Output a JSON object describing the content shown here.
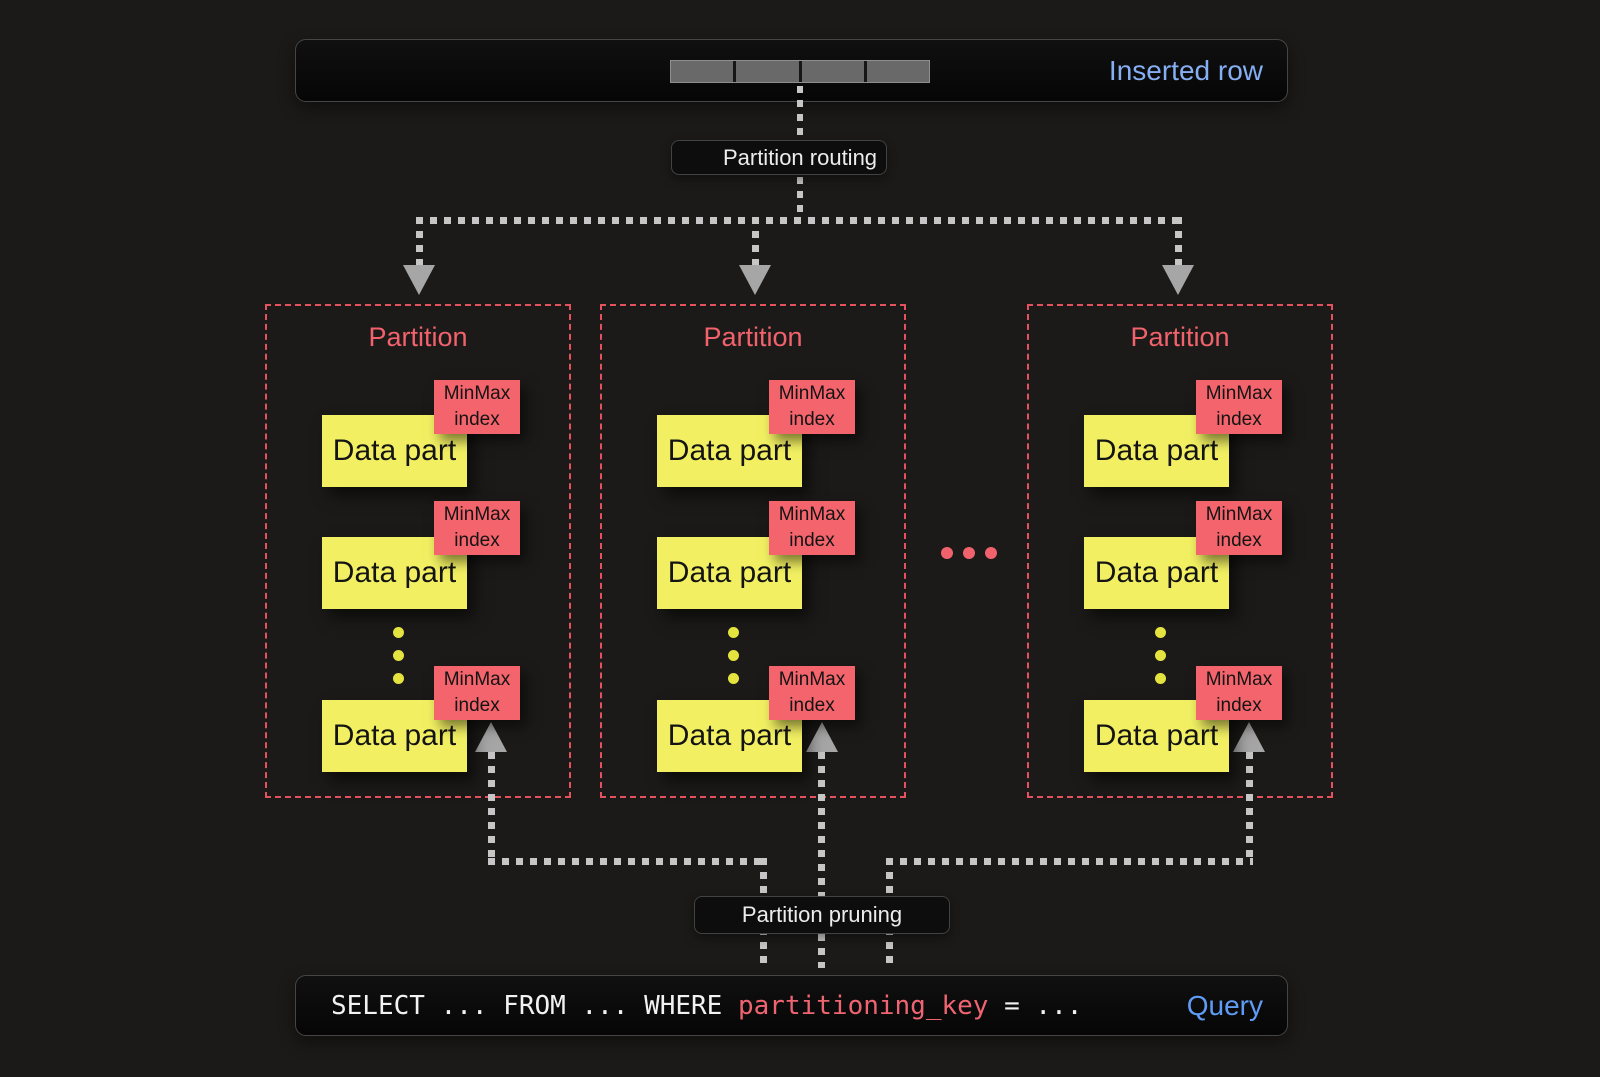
{
  "colors": {
    "blue": "#86aef2",
    "blueQuery": "#5f9cf5",
    "red": "#f2626c",
    "redBorder": "#e4525e",
    "tagRed": "#f4646c",
    "yellow": "#f2f062",
    "yellowDot": "#e5e33f",
    "grayLine": "#c6c6c6",
    "arrowGray": "#a6a6a6",
    "cellGray": "#696969",
    "codeRed": "#ee6470"
  },
  "top": {
    "inserted_row_label": "Inserted row"
  },
  "routing_label": "Partition routing",
  "pruning_label": "Partition pruning",
  "ellipsis": "...",
  "partitions": [
    {
      "title": "Partition",
      "parts": [
        {
          "label": "Data part",
          "tag": "MinMax index"
        },
        {
          "label": "Data part",
          "tag": "MinMax index"
        },
        {
          "label": "Data part",
          "tag": "MinMax index"
        }
      ]
    },
    {
      "title": "Partition",
      "parts": [
        {
          "label": "Data part",
          "tag": "MinMax index"
        },
        {
          "label": "Data part",
          "tag": "MinMax index"
        },
        {
          "label": "Data part",
          "tag": "MinMax index"
        }
      ]
    },
    {
      "title": "Partition",
      "parts": [
        {
          "label": "Data part",
          "tag": "MinMax index"
        },
        {
          "label": "Data part",
          "tag": "MinMax index"
        },
        {
          "label": "Data part",
          "tag": "MinMax index"
        }
      ]
    }
  ],
  "query": {
    "code_prefix": "SELECT ... FROM ... WHERE ",
    "code_key": "partitioning_key",
    "code_suffix": " = ...",
    "label": "Query"
  }
}
